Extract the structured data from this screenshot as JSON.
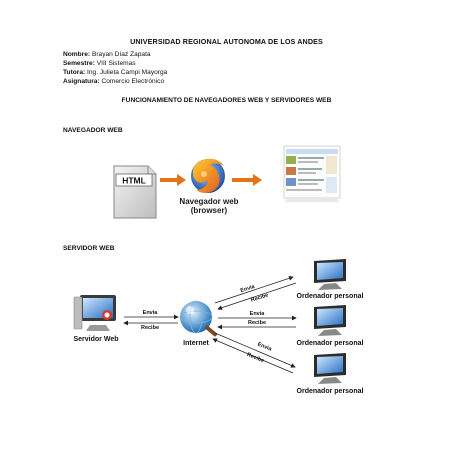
{
  "title": "UNIVERSIDAD REGIONAL AUTONOMA DE LOS ANDES",
  "meta": [
    {
      "label": "Nombre:",
      "value": " Brayan Díaz Zapata"
    },
    {
      "label": "Semestre:",
      "value": " VIII Sistemas"
    },
    {
      "label": "Tutora:",
      "value": " Ing. Julieta Campi Mayorga"
    },
    {
      "label": "Asignatura:",
      "value": " Comercio Electrónico"
    }
  ],
  "subtitle": "FUNCIONAMIENTO DE NAVEGADORES WEB Y SERVIDORES WEB",
  "sections": {
    "browser": "NAVEGADOR WEB",
    "server": "SERVIDOR WEB"
  },
  "browser_diagram": {
    "html_label": "HTML",
    "browser_label_1": "Navegador web",
    "browser_label_2": "(browser)"
  },
  "server_diagram": {
    "server_label": "Servidor Web",
    "internet_label": "Internet",
    "envia": "Envia",
    "recibe": "Recibe",
    "pc_label": "Ordenador personal"
  }
}
